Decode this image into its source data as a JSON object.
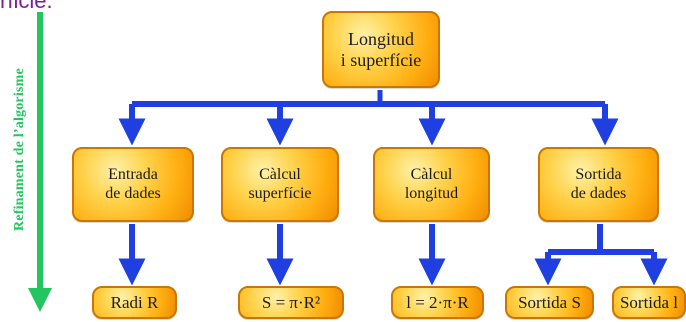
{
  "top_fragment": "rficie.",
  "side_label": "Refinament de l’algorisme",
  "nodes": {
    "root": "Longitud\ni superfície",
    "entrada": "Entrada\nde dades",
    "calcul_superficie": "Càlcul\nsuperfície",
    "calcul_longitud": "Càlcul\nlongitud",
    "sortida": "Sortida\nde dades",
    "radi": "Radi R",
    "formula_s": "S = π·R²",
    "formula_l": "l = 2·π·R",
    "sortida_s": "Sortida S",
    "sortida_l": "Sortida l"
  },
  "colors": {
    "arrow": "#1f3fe0",
    "label": "#22c55e",
    "node_border": "#c97700"
  }
}
